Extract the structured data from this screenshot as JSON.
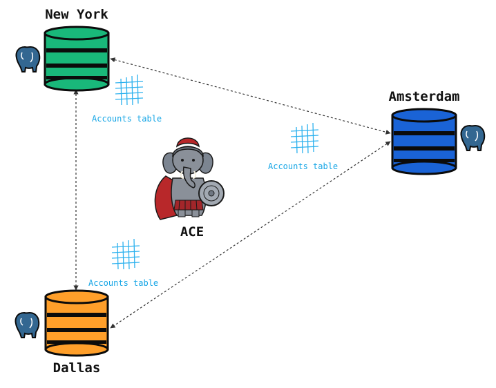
{
  "nodes": {
    "new_york": {
      "label": "New York",
      "color": "#19b87a",
      "band_color": "#0b0b0b"
    },
    "amsterdam": {
      "label": "Amsterdam",
      "color": "#1a63d6",
      "band_color": "#0b0b0b"
    },
    "dallas": {
      "label": "Dallas",
      "color": "#ff9f2a",
      "band_color": "#0b0b0b"
    }
  },
  "tables": {
    "ny_amsterdam": {
      "label": "Accounts table"
    },
    "amsterdam_dallas": {
      "label": "Accounts table"
    },
    "ny_dallas": {
      "label": "Accounts table"
    }
  },
  "center": {
    "label": "ACE"
  },
  "colors": {
    "table_label": "#16a6e6",
    "table_icon": "#2cb1ee",
    "connection": "#333333",
    "postgres_blue": "#336791"
  },
  "icons": {
    "database": "database-cylinder-icon",
    "postgres": "postgresql-elephant-icon",
    "table": "table-grid-icon",
    "mascot": "spartan-elephant-mascot-icon"
  }
}
